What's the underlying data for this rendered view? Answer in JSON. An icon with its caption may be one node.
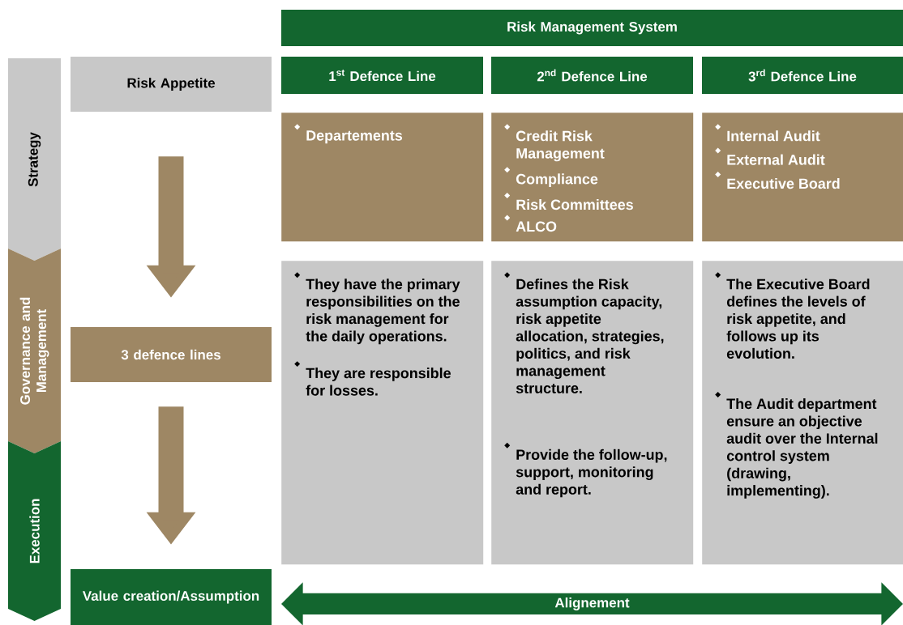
{
  "diagram": {
    "nodes": [
      {
        "text": [
          "Risk Management System"
        ]
      },
      {
        "text": [
          "Strategy"
        ]
      },
      {
        "text": [
          "Governance and Management"
        ]
      },
      {
        "text": [
          "Execution"
        ]
      },
      {
        "text": [
          "Risk Appetite"
        ]
      },
      {
        "text": [
          "3 defence lines"
        ]
      },
      {
        "text": [
          "Value creation/Assumption"
        ]
      },
      {
        "text": [
          "1$^{st}$ Defence Line"
        ]
      },
      {
        "text": [
          "2$^{nd}$ Defence Line"
        ]
      },
      {
        "text": [
          "3$^{rd}$ Defence Line"
        ]
      },
      {
        "text": [
          "Departements"
        ]
      },
      {
        "text": [
          "Credit Risk Management",
          "Compliance",
          "Risk Committees",
          "ALCO"
        ]
      },
      {
        "text": [
          "Internal Audit",
          "External Audit",
          "Executive Board"
        ]
      },
      {
        "text": [
          "They have the primary responsibilities on the risk management for the daily operations.",
          "They are responsible for losses."
        ]
      },
      {
        "text": [
          "Defines the Risk assumption capacity, risk appetite allocation, strategies, politics, and risk management structure.",
          "Provide the follow-up, support, monitoring and report."
        ]
      },
      {
        "text": [
          "The Executive Board defines the levels of risk appetite, and follows up its evolution.",
          "The Audit department ensure an objective audit over the Internal control system (drawing, implementing)."
        ]
      },
      {
        "text": [
          "Alignement"
        ]
      }
    ],
    "edges": [
      {
        "from": 4,
        "to": 5,
        "arrow": "to"
      },
      {
        "from": 5,
        "to": 6,
        "arrow": "to"
      }
    ]
  }
}
